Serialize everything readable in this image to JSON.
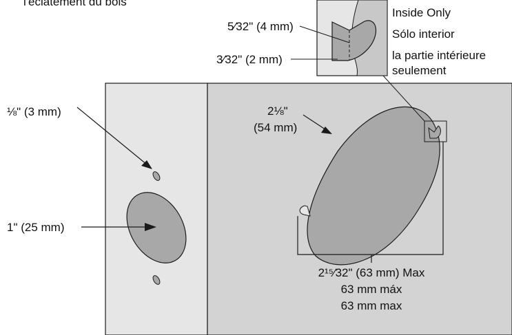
{
  "caption_fragment": "l'éclatement du bois",
  "inset_labels": {
    "mortise_depth": "5⁄32\" (4 mm)",
    "latch_depth": "3⁄32\" (2 mm)",
    "inside_only_en": "Inside Only",
    "inside_only_es": "Sólo interior",
    "inside_only_fr_1": "la partie intérieure",
    "inside_only_fr_2": "seulement"
  },
  "left_panel": {
    "screw_hole_label": "⅛\" (3 mm)",
    "through_hole_label": "1\" (25 mm)"
  },
  "right_panel": {
    "bore_label_1": "2⅛\"",
    "bore_label_2": "(54 mm)",
    "max_en": "2¹⁵⁄32\" (63 mm) Max",
    "max_es": "63 mm máx",
    "max_fr": "63 mm max"
  },
  "colors": {
    "panel_light": "#e6e6e6",
    "panel_dark": "#d3d3d3",
    "shape_fill": "#a8a8a8",
    "inset_fill": "#c8c8c8",
    "line": "#1a1a1a"
  }
}
